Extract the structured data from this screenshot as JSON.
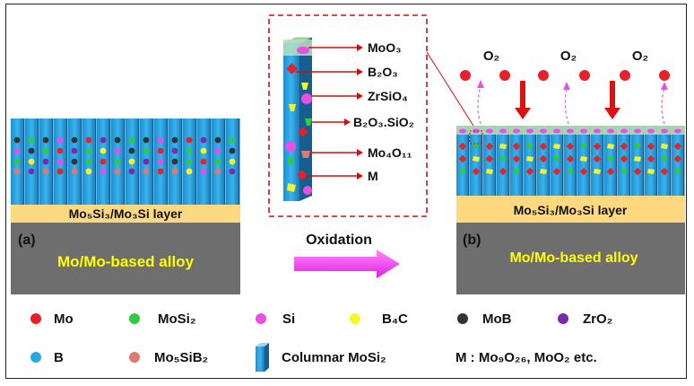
{
  "panel_a": {
    "label": "(a)",
    "layer_label": "Mo₅Si₃/Mo₃Si layer",
    "substrate_label": "Mo/Mo-based alloy"
  },
  "panel_b": {
    "label": "(b)",
    "layer_label": "Mo₅Si₃/Mo₃Si layer",
    "substrate_label": "Mo/Mo-based alloy",
    "o2_labels": [
      "O₂",
      "O₂",
      "O₂"
    ]
  },
  "process_label": "Oxidation",
  "inset_labels": [
    "MoO₃",
    "B₂O₃",
    "ZrSiO₄",
    "B₂O₃.SiO₂",
    "Mo₄O₁₁",
    "M"
  ],
  "legend": [
    {
      "label": "Mo",
      "color": "#e8202a"
    },
    {
      "label": "MoSi₂",
      "color": "#2ecc40"
    },
    {
      "label": "Si",
      "color": "#e84fe6"
    },
    {
      "label": "B₄C",
      "color": "#f5f52a"
    },
    {
      "label": "MoB",
      "color": "#333333"
    },
    {
      "label": "ZrO₂",
      "color": "#7b2aa8"
    },
    {
      "label": "B",
      "color": "#2aa6e0"
    },
    {
      "label": "Mo₅SiB₂",
      "color": "#e07a6e"
    },
    {
      "label": "Columnar MoSi₂",
      "color": "#2aa6e0"
    },
    {
      "label": "M : Mo₉O₂₆, MoO₂ etc.",
      "color": ""
    }
  ],
  "colors": {
    "column": "#2aa6e0",
    "column_dark": "#1a7ab0",
    "interlayer": "#ffd980",
    "substrate": "#6e6e6e",
    "substrate_text": "#ffff00",
    "oxide_layer": "#b8d8b0",
    "arrow_magenta": "#ff55ff",
    "arrow_red": "#dd1111",
    "inset_border": "#cc1111"
  }
}
